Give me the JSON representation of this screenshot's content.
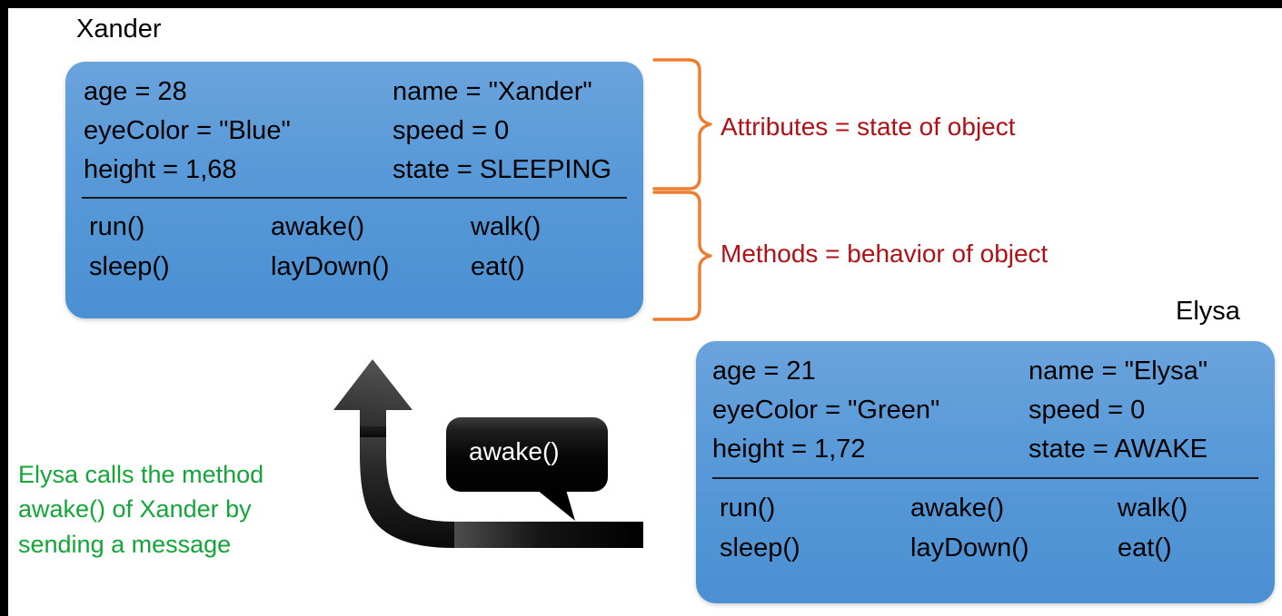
{
  "frame": {
    "edge_color": "#000000"
  },
  "palette": {
    "box_blue_light": "#6ba3dc",
    "box_blue_dark": "#4a90d2",
    "annotation_red": "#b01116",
    "brace_orange": "#ed7d31",
    "caption_green": "#13a538",
    "bubble_black": "#111111",
    "text_black": "#000000"
  },
  "objects": [
    {
      "label": "Xander",
      "attributes": [
        [
          "age = 28",
          "name = \"Xander\""
        ],
        [
          "eyeColor = \"Blue\"",
          "speed = 0"
        ],
        [
          "height = 1,68",
          "state = SLEEPING"
        ]
      ],
      "methods": [
        [
          "run()",
          "awake()",
          "walk()"
        ],
        [
          "sleep()",
          "layDown()",
          "eat()"
        ]
      ]
    },
    {
      "label": "Elysa",
      "attributes": [
        [
          "age = 21",
          "name = \"Elysa\""
        ],
        [
          "eyeColor = \"Green\"",
          "speed = 0"
        ],
        [
          "height = 1,72",
          "state = AWAKE"
        ]
      ],
      "methods": [
        [
          "run()",
          "awake()",
          "walk()"
        ],
        [
          "sleep()",
          "layDown()",
          "eat()"
        ]
      ]
    }
  ],
  "annotations": [
    {
      "text": "Attributes = state of object"
    },
    {
      "text": "Methods = behavior of object"
    }
  ],
  "caption": {
    "lines": [
      "Elysa calls the method",
      "awake() of Xander by",
      "sending a message"
    ]
  },
  "message_bubble": {
    "text": "awake()"
  }
}
